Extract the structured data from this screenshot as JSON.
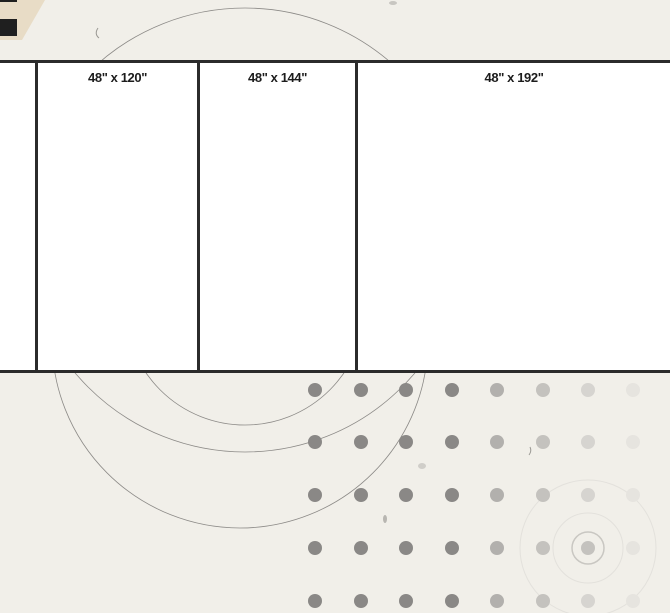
{
  "panels": [
    {
      "label": ""
    },
    {
      "label": "48\" x 120\""
    },
    {
      "label": "48\" x 144\""
    },
    {
      "label": "48\" x 192\""
    }
  ],
  "colors": {
    "background": "#f1efe9",
    "panel_fill": "#ffffff",
    "panel_border": "#2b2b2b",
    "dot_dark": "#8a8886",
    "dot_light": "#d4d2ce",
    "corner_accent": "#e8dcc6",
    "corner_bar": "#1f1f1f"
  }
}
